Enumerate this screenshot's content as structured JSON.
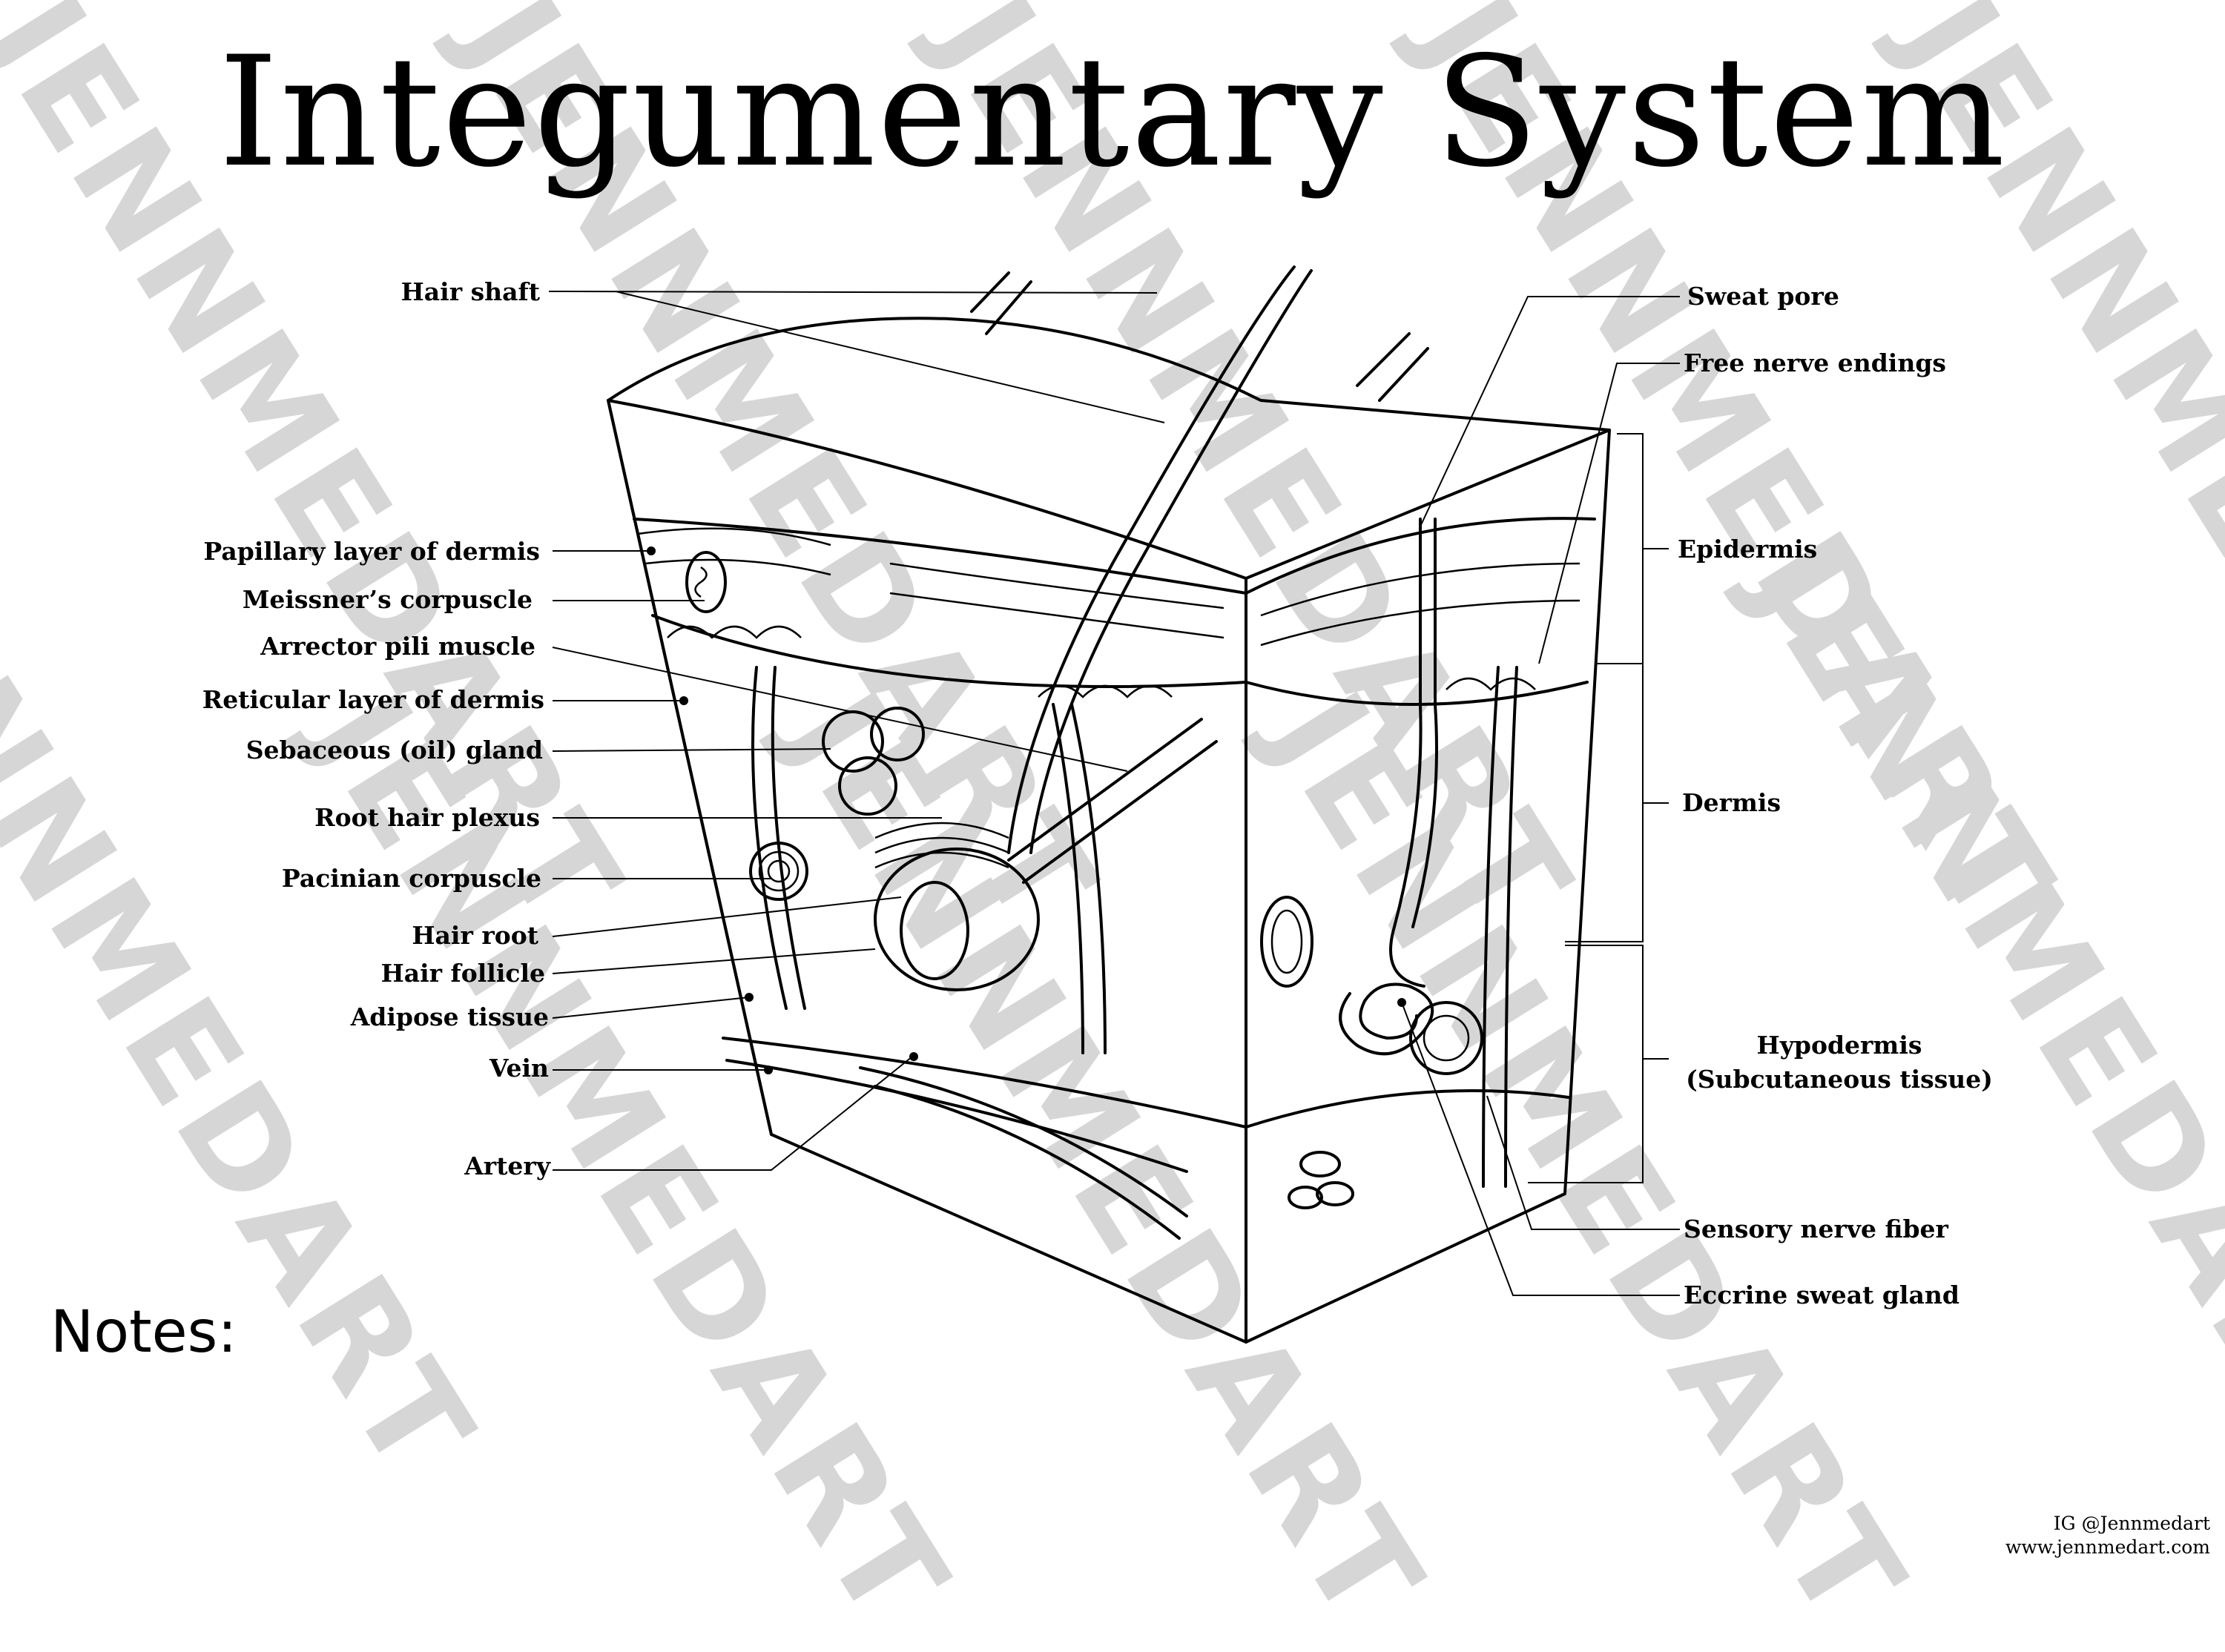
{
  "title": "Integumentary System",
  "watermark": "JENNMEDART",
  "labels": {
    "hair_shaft": "Hair shaft",
    "papillary_layer": "Papillary layer of dermis",
    "meissners_corpuscle": "Meissner’s corpuscle",
    "arrector_pili": "Arrector pili muscle",
    "reticular_layer": "Reticular layer of dermis",
    "sebaceous_gland": "Sebaceous (oil) gland",
    "root_hair_plexus": "Root hair plexus",
    "pacinian_corpuscle": "Pacinian corpuscle",
    "hair_root": "Hair root",
    "hair_follicle": "Hair follicle",
    "adipose_tissue": "Adipose tissue",
    "vein": "Vein",
    "artery": "Artery",
    "sweat_pore": "Sweat pore",
    "free_nerve_endings": "Free nerve endings",
    "epidermis": "Epidermis",
    "dermis": "Dermis",
    "hypodermis": "Hypodermis",
    "hypodermis_sub": "(Subcutaneous tissue)",
    "sensory_nerve_fiber": "Sensory nerve fiber",
    "eccrine_sweat_gland": "Eccrine sweat gland"
  },
  "notes_label": "Notes:",
  "credit": {
    "instagram": "IG @Jennmedart",
    "website": "www.jennmedart.com"
  }
}
